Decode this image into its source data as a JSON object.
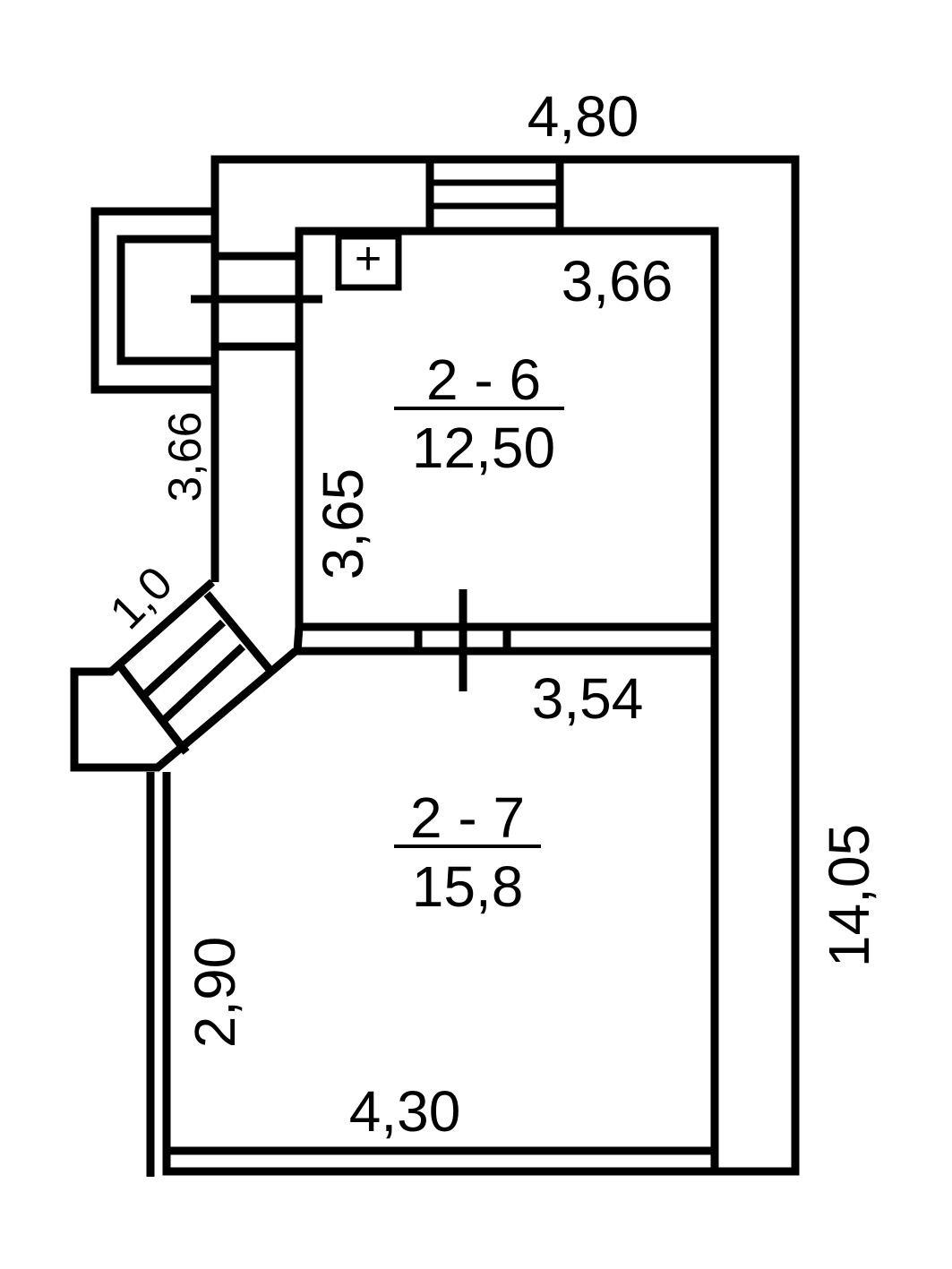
{
  "plan": {
    "dimensions": {
      "top_outer": "4,80",
      "room_2_6_width": "3,66",
      "left_outer": "3,66",
      "room_2_6_height": "3,65",
      "stair_width": "1,0",
      "partition": "3,54",
      "right_outer": "14,05",
      "room_2_7_height": "2,90",
      "room_2_7_width": "4,30"
    },
    "rooms": [
      {
        "id": "2 - 6",
        "area": "12,50"
      },
      {
        "id": "2 - 7",
        "area": "15,8"
      }
    ],
    "symbols": {
      "outlet": "+"
    }
  }
}
